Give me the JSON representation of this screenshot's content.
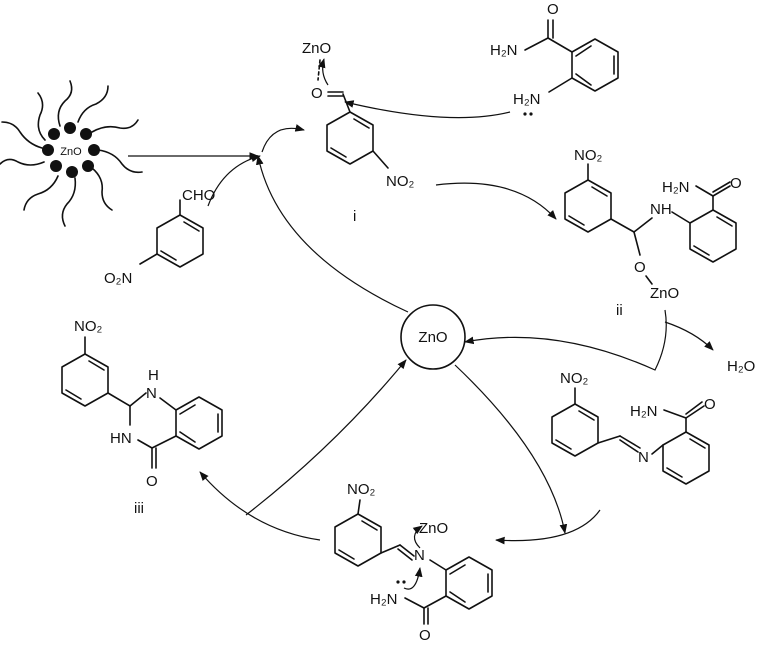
{
  "catalyst": {
    "nanoparticle_label": "ZnO",
    "center_label": "ZnO"
  },
  "reactants": {
    "aldehyde": {
      "cho": "CHO",
      "no2": "O₂N"
    },
    "amide": {
      "h2n": "H₂N",
      "nh": "H₂N",
      "o": "O"
    }
  },
  "intermediates": {
    "i": {
      "zno": "ZnO",
      "o": "O",
      "no2": "NO₂",
      "label": "i"
    },
    "ii": {
      "no2": "NO₂",
      "h2n": "H₂N",
      "o_top": "O",
      "nh": "NH",
      "o": "O",
      "zno": "ZnO",
      "label": "ii"
    },
    "imine": {
      "no2": "NO₂",
      "h2n": "H₂N",
      "o": "O",
      "n": "N"
    },
    "activated": {
      "no2": "NO₂",
      "zno": "ZnO",
      "n": "N",
      "h2n": "H₂N",
      "o": "O"
    },
    "iii": {
      "no2": "NO₂",
      "h": "H",
      "n1": "N",
      "hn": "HN",
      "o": "O",
      "label": "iii"
    }
  },
  "byproduct": {
    "water": "H₂O"
  }
}
